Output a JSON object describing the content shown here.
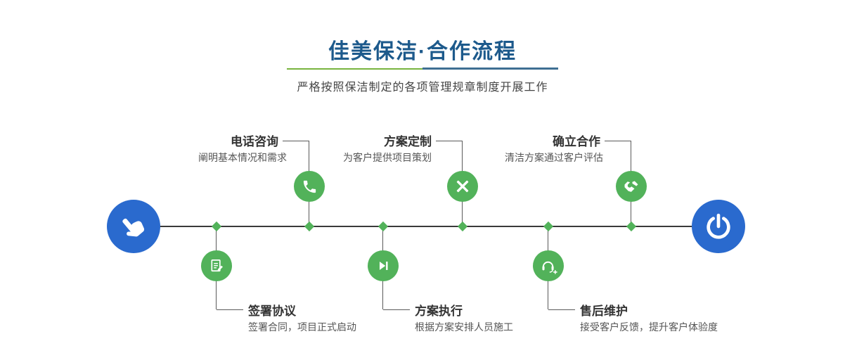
{
  "header": {
    "title": "佳美保洁·合作流程",
    "subtitle": "严格按照保洁制定的各项管理规章制度开展工作"
  },
  "timeline": {
    "start_icon": "pointing-hand-icon",
    "end_icon": "power-icon",
    "top_steps": [
      {
        "title": "电话咨询",
        "desc": "阐明基本情况和需求",
        "icon": "phone-icon"
      },
      {
        "title": "方案定制",
        "desc": "为客户提供项目策划",
        "icon": "design-icon"
      },
      {
        "title": "确立合作",
        "desc": "清洁方案通过客户评估",
        "icon": "handshake-icon"
      }
    ],
    "bottom_steps": [
      {
        "title": "签署协议",
        "desc": "签署合同，项目正式启动",
        "icon": "contract-icon"
      },
      {
        "title": "方案执行",
        "desc": "根据方案安排人员施工",
        "icon": "play-icon"
      },
      {
        "title": "售后维护",
        "desc": "接受客户反馈，提升客户体验度",
        "icon": "headset-icon"
      }
    ]
  },
  "colors": {
    "title_blue": "#1d5a8c",
    "node_blue": "#2a6ace",
    "node_green": "#52b25a",
    "divider_green": "#78b43e",
    "divider_blue": "#3f6f93",
    "line_dark": "#3a3a3a"
  }
}
